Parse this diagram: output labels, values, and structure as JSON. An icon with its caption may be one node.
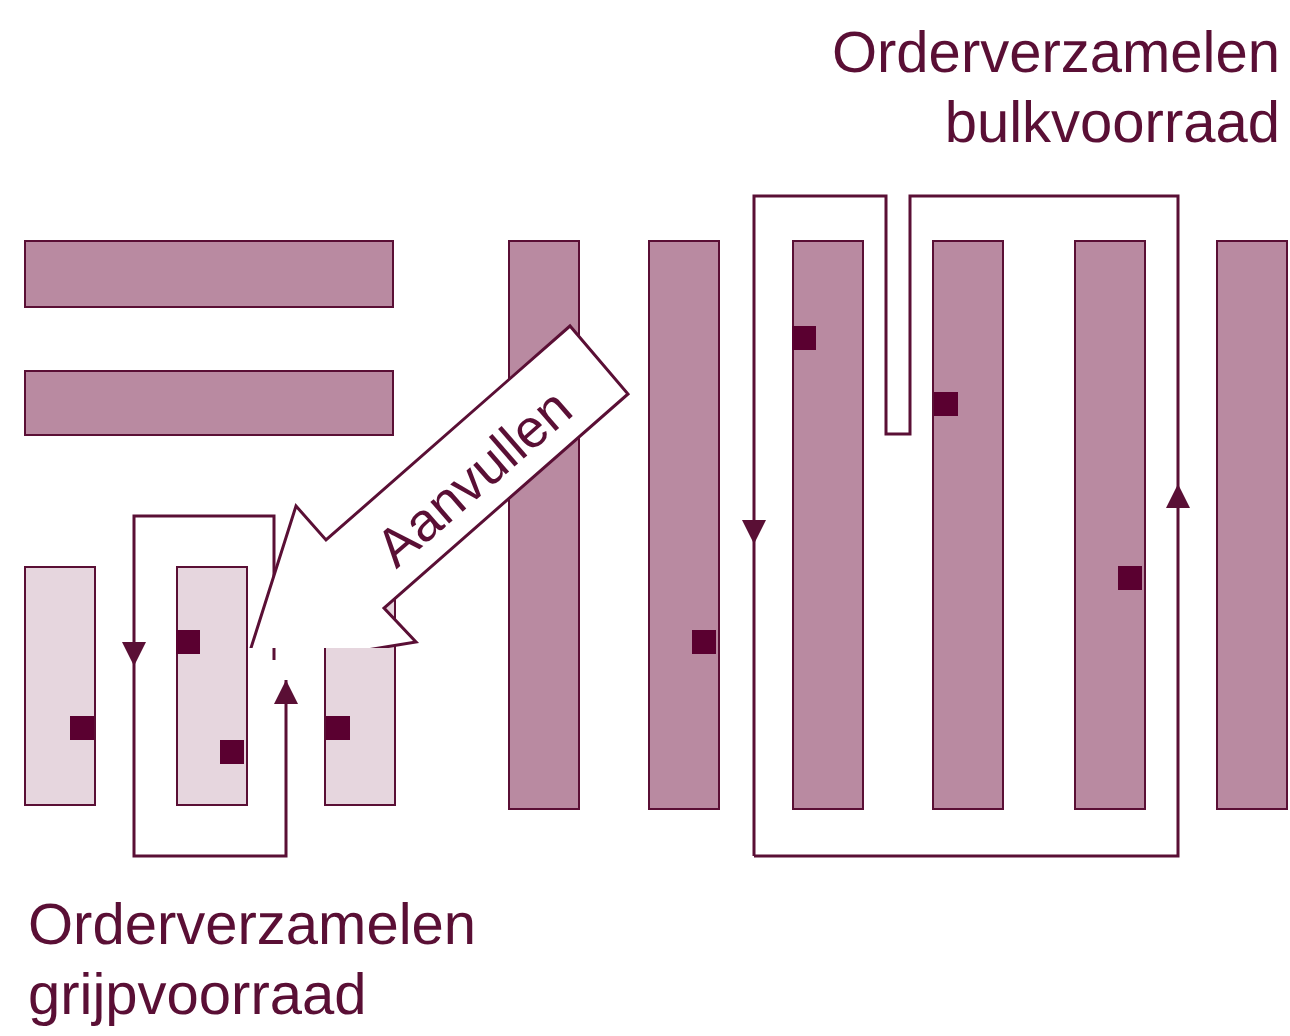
{
  "diagram": {
    "nodes": [
      {
        "text": [
          "Aanvullen"
        ]
      }
    ],
    "labels": [
      "Orderverzamelen bulkvoorraad",
      "Orderverzamelen grijpvoorraad"
    ]
  }
}
